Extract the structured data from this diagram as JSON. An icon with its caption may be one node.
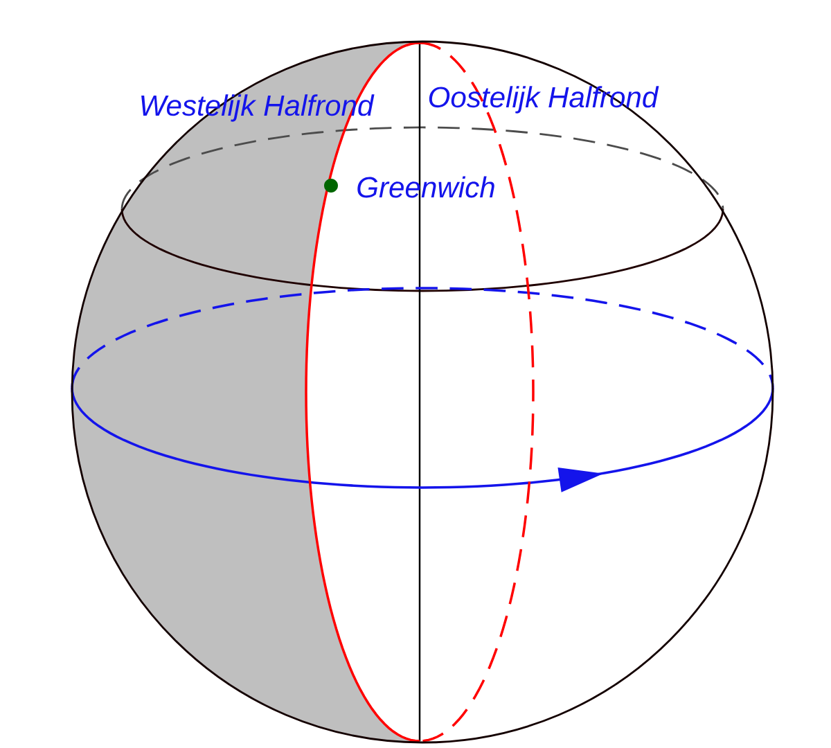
{
  "diagram": {
    "labels": [
      "Westelijk Halfrond",
      "Oostelijk Halfrond",
      "Greenwich"
    ]
  }
}
